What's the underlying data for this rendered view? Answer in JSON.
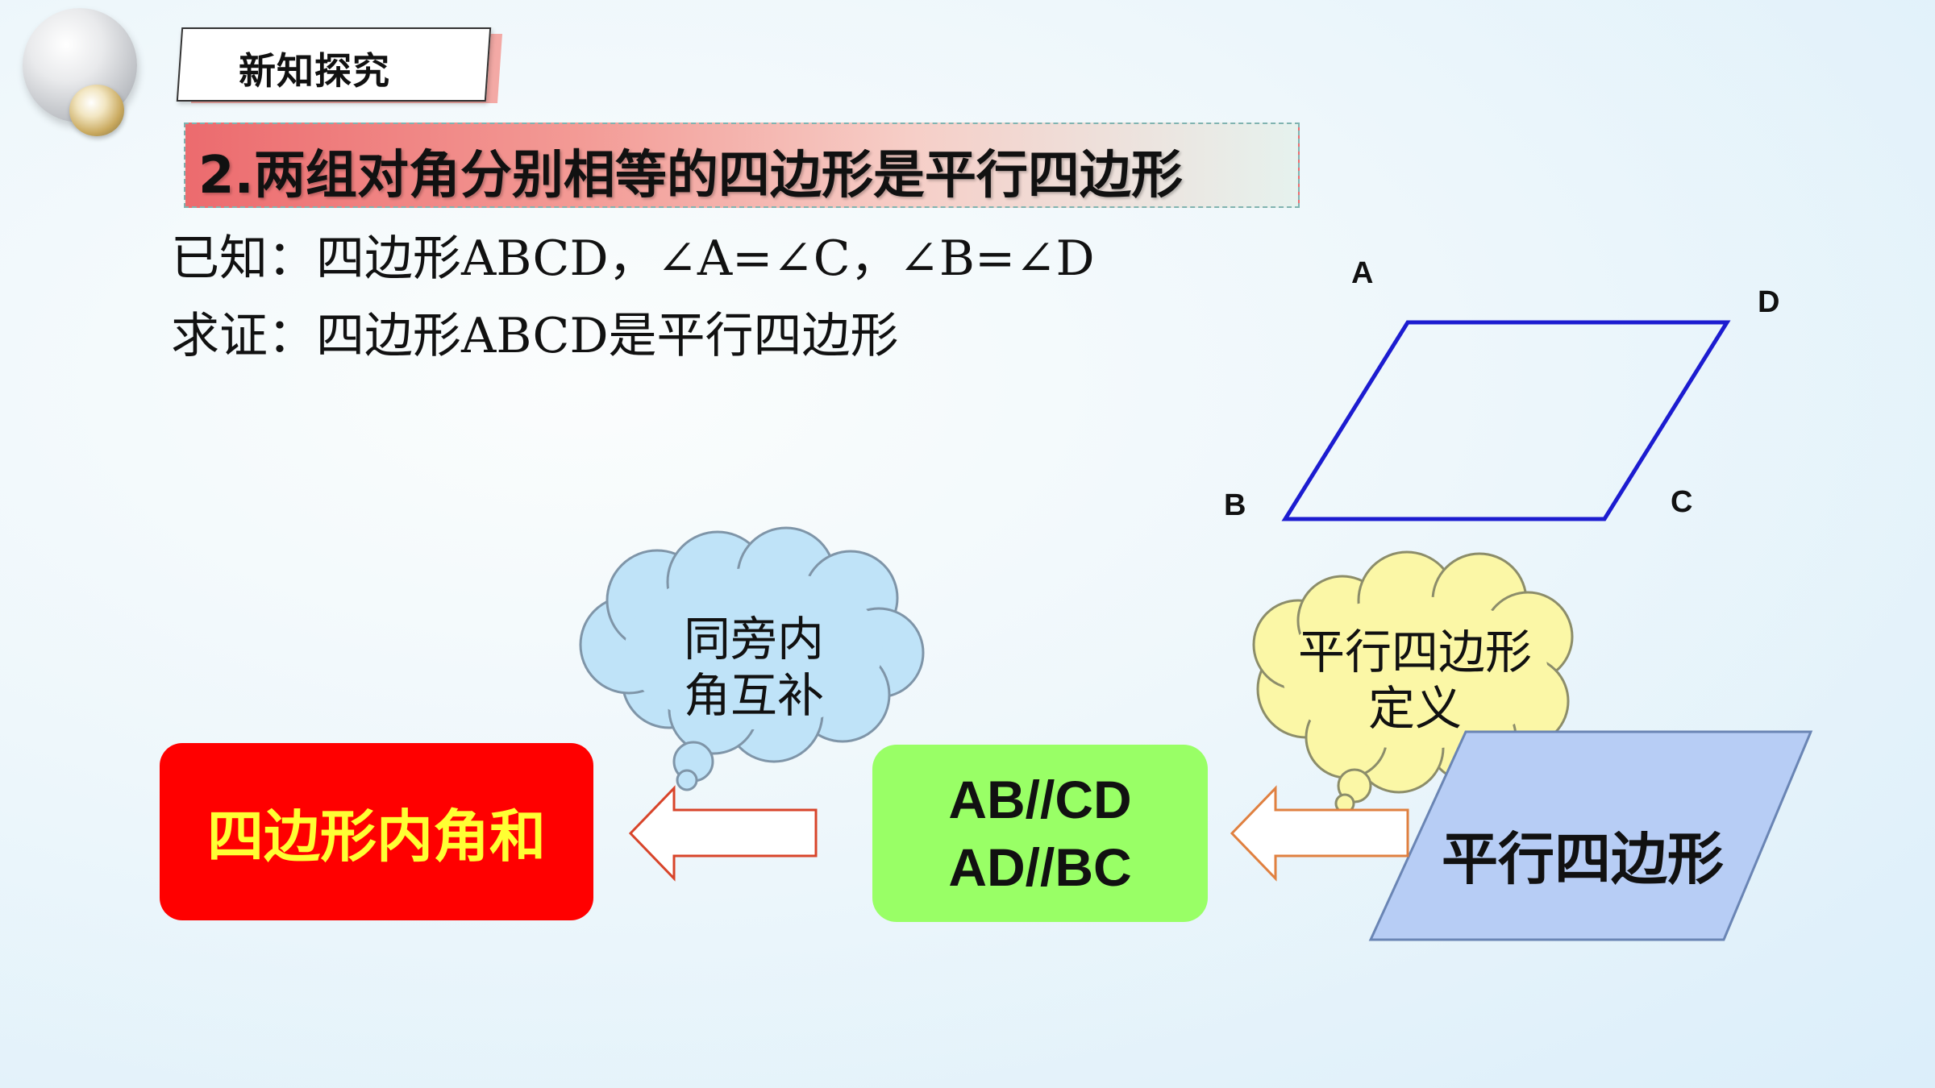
{
  "header": {
    "tag": "新知探究"
  },
  "title": "2.两组对角分别相等的四边形是平行四边形",
  "given": "已知：四边形ABCD，∠A=∠C，∠B=∠D",
  "prove": "求证：四边形ABCD是平行四边形",
  "figure": {
    "vertices": {
      "A": "A",
      "B": "B",
      "C": "C",
      "D": "D"
    },
    "stroke_color": "#1c1cd0"
  },
  "flow": {
    "box_sum": "四边形内角和",
    "box_parallel": [
      "AB//CD",
      "AD//BC"
    ],
    "parallelogram": "平行四边形",
    "cloud1": [
      "同旁内",
      "角互补"
    ],
    "cloud2": [
      "平行四边形",
      "定义"
    ]
  },
  "colors": {
    "box_sum_bg": "#ff0000",
    "box_sum_text": "#ffff33",
    "box_parallel_bg": "#99ff66",
    "parallelogram_bg": "#b7cdf5",
    "cloud1_fill": "#bfe3f8",
    "cloud2_fill": "#fbf7a6"
  }
}
